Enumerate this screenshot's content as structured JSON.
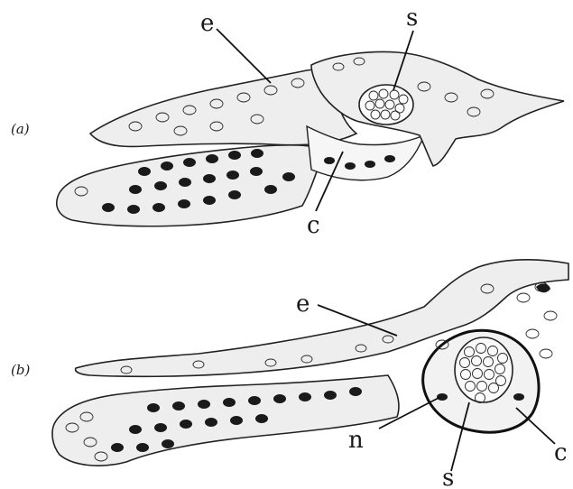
{
  "panels": [
    {
      "id": "a",
      "panel_label": "(a)",
      "labels": {
        "e": "e",
        "s": "s",
        "c": "c"
      }
    },
    {
      "id": "b",
      "panel_label": "(b)",
      "labels": {
        "e": "e",
        "n": "n",
        "s": "s",
        "c": "c"
      }
    }
  ]
}
